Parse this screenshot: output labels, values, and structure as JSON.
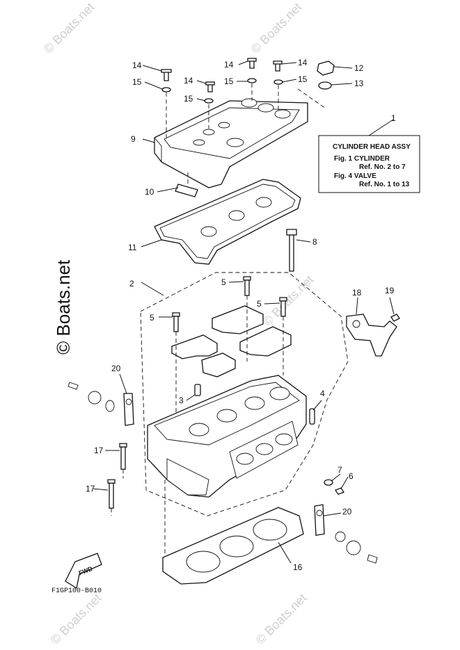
{
  "reference_box": {
    "title": "CYLINDER HEAD ASSY",
    "line1": "Fig. 1 CYLINDER",
    "line2": "Ref. No. 2 to 7",
    "line3": "Fig. 4 VALVE",
    "line4": "Ref. No. 1 to 13"
  },
  "callouts": [
    "1",
    "2",
    "3",
    "4",
    "5",
    "5",
    "5",
    "6",
    "7",
    "8",
    "9",
    "10",
    "11",
    "12",
    "13",
    "14",
    "14",
    "14",
    "14",
    "15",
    "15",
    "15",
    "15",
    "16",
    "17",
    "17",
    "18",
    "19",
    "20",
    "20"
  ],
  "fwd_label": "FWD",
  "figure_code": "F1GP100-B010",
  "watermark": {
    "main": "© Boats.net",
    "small": "© Boats.net"
  }
}
